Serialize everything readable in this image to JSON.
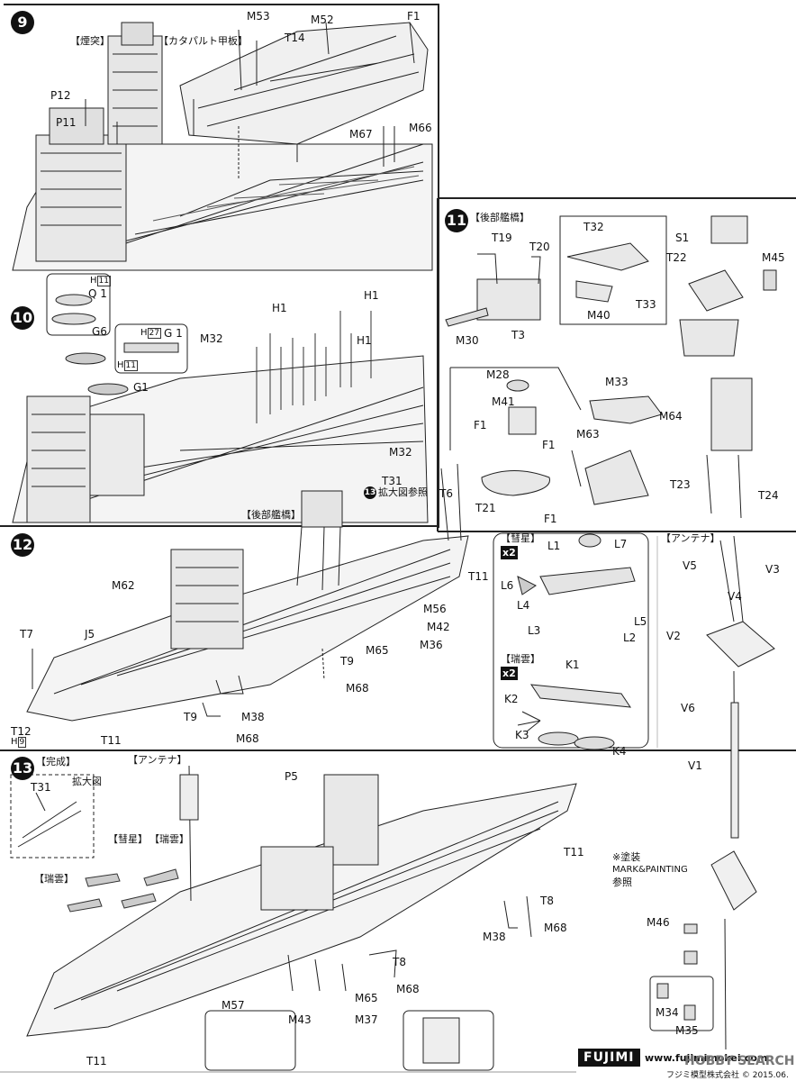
{
  "steps": {
    "s9": "9",
    "s10": "10",
    "s11": "11",
    "s12": "12",
    "s13": "13"
  },
  "step9": {
    "funnel_label": "【煙突】",
    "catapult_label": "【カタパルト甲板】",
    "parts": [
      "M53",
      "M52",
      "F1",
      "T14",
      "P12",
      "P11",
      "M67",
      "M66"
    ]
  },
  "step10": {
    "parts": [
      "Q1",
      "G6",
      "G1",
      "M32",
      "H1",
      "H1",
      "H1",
      "M32",
      "T31"
    ],
    "inset_q1": "Q 1",
    "inset_g1": "G 1",
    "h11_a": "11",
    "h27": "27",
    "h11_b": "11",
    "h_prefix": "H",
    "ref13": "13",
    "ref13_text": "拡大図参照",
    "aft_bridge": "【後部艦橋】"
  },
  "step11": {
    "aft_bridge": "【後部艦橋】",
    "parts": [
      "T19",
      "T20",
      "T32",
      "S1",
      "T22",
      "M45",
      "M30",
      "T3",
      "M40",
      "T33",
      "M28",
      "M33",
      "M41",
      "F1",
      "F1",
      "M64",
      "M63",
      "T21",
      "F1",
      "T23",
      "T24"
    ]
  },
  "step12": {
    "parts": [
      "T6",
      "T11",
      "M62",
      "J5",
      "M56",
      "M42",
      "T7",
      "M65",
      "M36",
      "T9",
      "M68",
      "T12",
      "T9",
      "M38",
      "T11",
      "M68"
    ],
    "h9": "9",
    "suisei": "【彗星】",
    "suisei_parts": [
      "L1",
      "L7",
      "L6",
      "L4",
      "L5",
      "L3",
      "L2"
    ],
    "zuiun": "【瑞雲】",
    "zuiun_parts": [
      "K1",
      "K2",
      "K3",
      "K4"
    ],
    "x2": "x2",
    "antenna": "【アンテナ】",
    "antenna_parts": [
      "V5",
      "V3",
      "V4",
      "V2",
      "V6",
      "V1"
    ]
  },
  "step13": {
    "complete": "【完成】",
    "enlarged": "拡大図",
    "t31": "T31",
    "antenna": "【アンテナ】",
    "suisei": "【彗星】",
    "zuiun_a": "【瑞雲】",
    "zuiun_b": "【瑞雲】",
    "parts": [
      "P5",
      "T11",
      "T8",
      "M38",
      "M68",
      "T8",
      "M68",
      "M65",
      "M57",
      "M43",
      "M37",
      "T11"
    ],
    "paint_note": "※塗装\nMARK&PAINTING\n参照",
    "paint_1": "※塗装",
    "paint_2": "MARK&PAINTING",
    "paint_3": "参照",
    "right_parts": [
      "M46",
      "M34",
      "M35"
    ]
  },
  "footer": {
    "logo": "FUJIMI",
    "url": "www.fujimimokei.com",
    "copyright": "フジミ模型株式会社 ©  2015.06."
  },
  "watermark": "HOBBY SEARCH"
}
